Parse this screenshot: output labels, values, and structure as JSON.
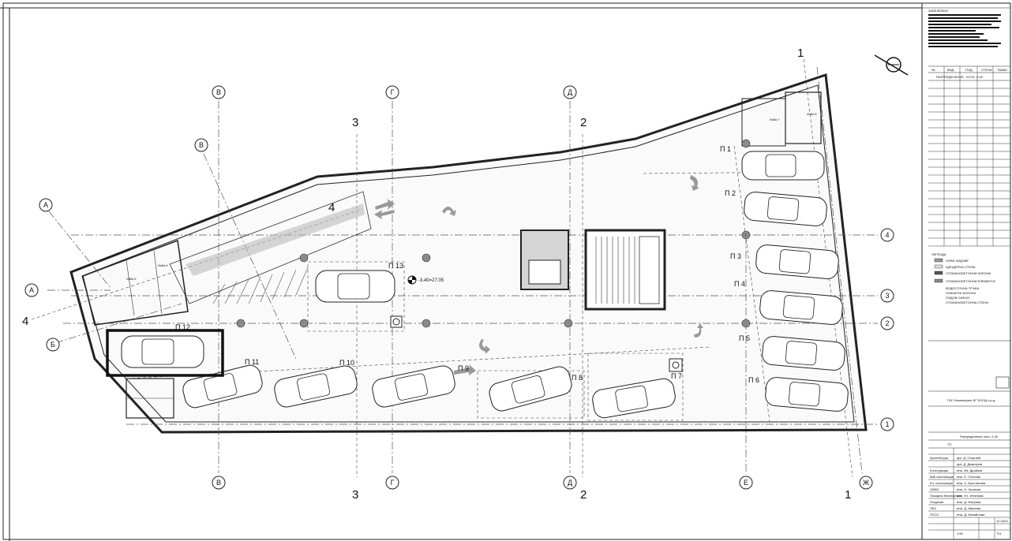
{
  "drawing": {
    "axes_top": [
      "В",
      "Г",
      "Д"
    ],
    "axes_bottom": [
      "В",
      "Г",
      "Д",
      "Е",
      "Ж"
    ],
    "axes_right": [
      "4",
      "3",
      "2",
      "1"
    ],
    "axes_left": [
      "А",
      "Б"
    ],
    "axis_diag_top": "1",
    "section_marks": [
      "3",
      "2",
      "3",
      "2",
      "1",
      "4",
      "4"
    ],
    "parking_labels": [
      "П 1",
      "П 2",
      "П 3",
      "П 4",
      "П 5",
      "П 6",
      "П 7",
      "П 8",
      "П 9",
      "П 10",
      "П 11",
      "П 12",
      "П 13"
    ],
    "level_mark": "-3.40=27.05",
    "storage_rooms": [
      "Изба 8",
      "Изба 7",
      "Изба 6",
      "Изба 5"
    ]
  },
  "titleblock": {
    "notes_heading": "ЗАБЕЛЕЖКИ:",
    "table_headers": [
      "№",
      "ВИД",
      "ПОД",
      "СТЕНИ",
      "ТАВАН"
    ],
    "table_title": "РАЗПРЕДЕЛЕНИЕ - КОТА -3.40",
    "legend_heading": "ЛЕГЕНДА",
    "legend_items": [
      "НОВИ ЗИДОВЕ",
      "ЩЕНДЕРНА СТЕНА",
      "СТОМАНОБЕТОННИ КОЛОНИ",
      "СТОМАНОБЕТОННИ ЕЛЕМЕНТИ",
      "ВОДОСТОЧНА ТРЪБА",
      "ПОЖАРНА КОЛОНА",
      "ПОДОВ СИФОН",
      "СТОМАНОБЕТОННА СТЕНА"
    ],
    "company": "ГИС Инженеринг БГ ЕООД о.р.д.",
    "object_label": "Разпределение кота -3.40",
    "sheet_no": "T11",
    "rows": [
      {
        "role": "Архитектура",
        "name": "арх. Д. Георгиев"
      },
      {
        "role": "",
        "name": "арх. Д. Димитров"
      },
      {
        "role": "Конструкции",
        "name": "инж. Ив. Драйков"
      },
      {
        "role": "ВиК инсталации",
        "name": "инж. Е. Олегова"
      },
      {
        "role": "Ел. инсталации",
        "name": "инж. Х. Кръстанова"
      },
      {
        "role": "ОВКИ",
        "name": "инж. И. Халиков"
      },
      {
        "role": "Пожарна безопасност",
        "name": "инж. Ел. Игнатова"
      },
      {
        "role": "Геодезия",
        "name": "инж. Д. Митрова"
      },
      {
        "role": "ПБЗ",
        "name": "инж. Д. Иванова"
      },
      {
        "role": "ПУСО",
        "name": "инж. Д. Михайлова"
      }
    ],
    "date": "12.2023",
    "scale": "1:50",
    "phase": "ТП"
  }
}
